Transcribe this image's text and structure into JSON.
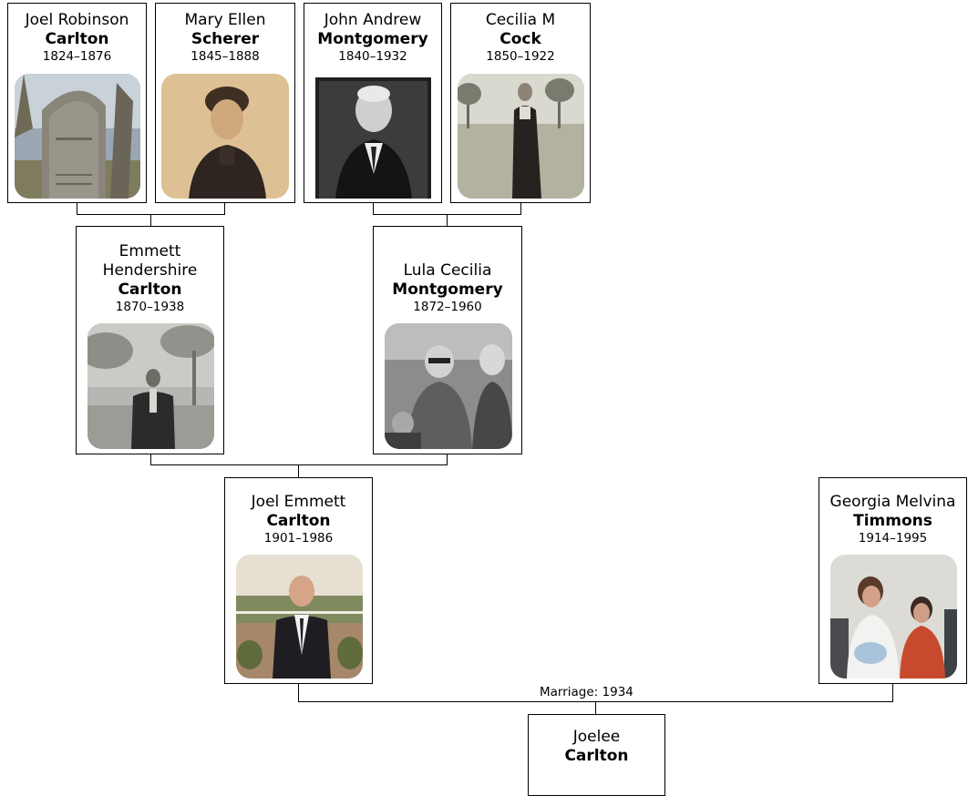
{
  "people": {
    "joel_robinson": {
      "given": "Joel Robinson",
      "surname": "Carlton",
      "dates": "1824–1876",
      "photo_icon": "gravestone-photo"
    },
    "mary_ellen": {
      "given": "Mary Ellen",
      "surname": "Scherer",
      "dates": "1845–1888",
      "photo_icon": "sepia-portrait-photo"
    },
    "john_andrew": {
      "given": "John Andrew",
      "surname": "Montgomery",
      "dates": "1840–1932",
      "photo_icon": "bw-portrait-photo"
    },
    "cecilia_m": {
      "given": "Cecilia M",
      "surname": "Cock",
      "dates": "1850–1922",
      "photo_icon": "standing-woman-photo"
    },
    "emmett_hendershire": {
      "given1": "Emmett",
      "given2": "Hendershire",
      "surname": "Carlton",
      "dates": "1870–1938",
      "photo_icon": "man-in-suit-photo"
    },
    "lula_cecilia": {
      "given": "Lula Cecilia",
      "surname": "Montgomery",
      "dates": "1872–1960",
      "photo_icon": "group-photo"
    },
    "joel_emmett": {
      "given": "Joel Emmett",
      "surname": "Carlton",
      "dates": "1901–1986",
      "photo_icon": "color-man-photo"
    },
    "georgia_melvina": {
      "given": "Georgia Melvina",
      "surname": "Timmons",
      "dates": "1914–1995",
      "photo_icon": "color-family-photo"
    },
    "joelee": {
      "given": "Joelee",
      "surname": "Carlton"
    }
  },
  "marriage": {
    "label": "Marriage: 1934"
  }
}
